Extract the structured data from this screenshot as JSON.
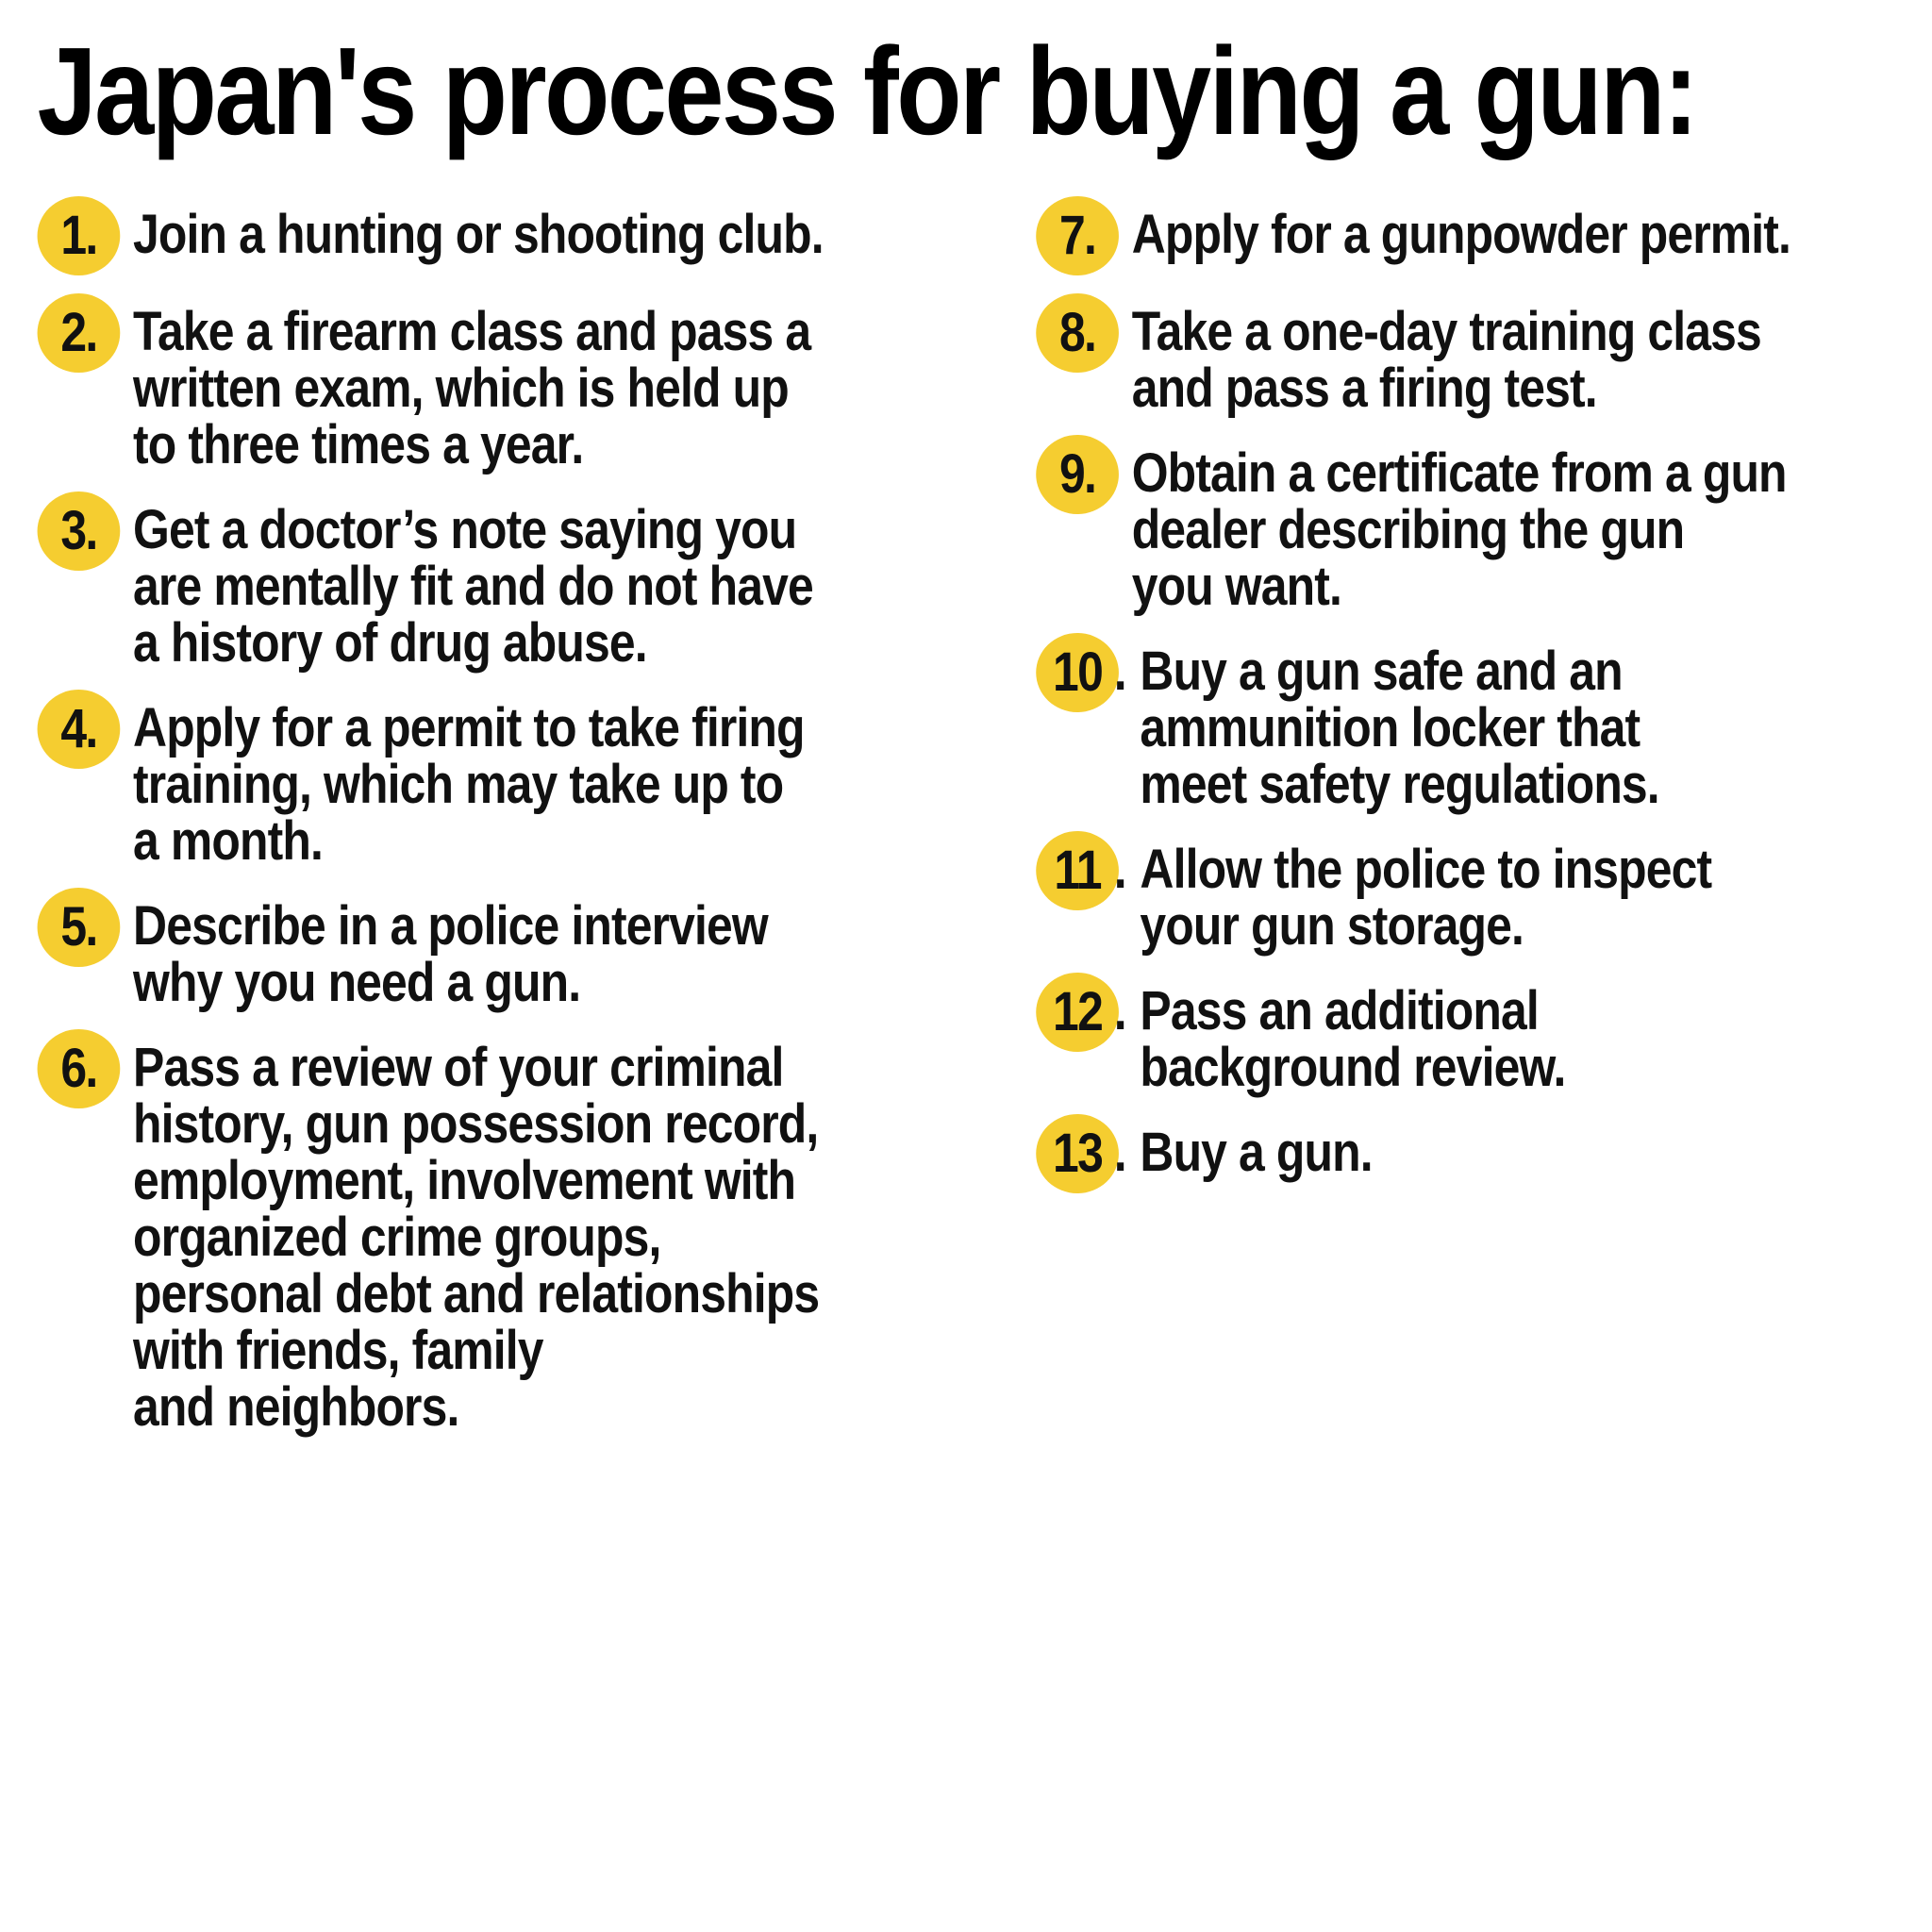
{
  "title": "Japan's process for buying a gun:",
  "colors": {
    "accent_yellow": "#F5CD30",
    "text": "#111111",
    "background": "#ffffff"
  },
  "columns": {
    "left": [
      {
        "circle_label": "1.",
        "suffix": "",
        "lines": [
          "Join a hunting or shooting club."
        ]
      },
      {
        "circle_label": "2.",
        "suffix": "",
        "lines": [
          "Take a firearm class and pass a",
          "written exam, which is held up",
          "to three times a year."
        ]
      },
      {
        "circle_label": "3.",
        "suffix": "",
        "lines": [
          "Get a doctor’s note saying you",
          "are mentally fit and do not have",
          "a history of drug abuse."
        ]
      },
      {
        "circle_label": "4.",
        "suffix": "",
        "lines": [
          "Apply for a permit to take firing",
          "training, which may take up to",
          "a month."
        ]
      },
      {
        "circle_label": "5.",
        "suffix": "",
        "lines": [
          "Describe in a police interview",
          "why you need a gun."
        ]
      },
      {
        "circle_label": "6.",
        "suffix": "",
        "lines": [
          "Pass a review of your criminal",
          "history, gun possession record,",
          "employment, involvement with",
          "organized crime groups,",
          "personal debt and relationships",
          "with friends, family",
          "and neighbors."
        ]
      }
    ],
    "right": [
      {
        "circle_label": "7.",
        "suffix": "",
        "lines": [
          "Apply for a gunpowder permit."
        ]
      },
      {
        "circle_label": "8.",
        "suffix": "",
        "lines": [
          "Take a one-day training class",
          "and pass a firing test."
        ]
      },
      {
        "circle_label": "9.",
        "suffix": "",
        "lines": [
          "Obtain a certificate from a gun",
          "dealer describing the gun",
          "you want."
        ]
      },
      {
        "circle_label": "10",
        "suffix": ".",
        "lines": [
          "Buy a gun safe and an",
          "ammunition locker that",
          "meet safety regulations."
        ]
      },
      {
        "circle_label": "11",
        "suffix": ".",
        "lines": [
          "Allow the police to inspect",
          "your gun storage."
        ]
      },
      {
        "circle_label": "12",
        "suffix": ".",
        "lines": [
          "Pass an additional",
          "background review."
        ]
      },
      {
        "circle_label": "13",
        "suffix": ".",
        "lines": [
          "Buy a gun."
        ]
      }
    ]
  }
}
